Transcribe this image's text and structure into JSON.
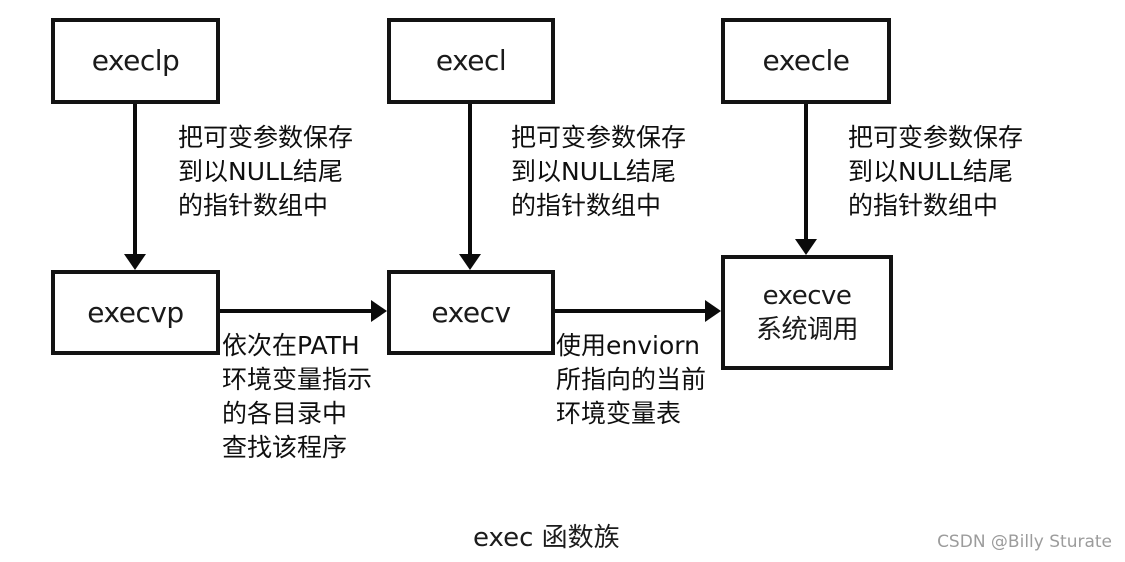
{
  "diagram": {
    "caption": "exec 函数族",
    "watermark": "CSDN @Billy Sturate",
    "colors": {
      "background": "#ffffff",
      "box_border": "#131313",
      "arrow": "#0b0b0b",
      "text": "#0f0f0f",
      "watermark": "#9c9c9c"
    },
    "columns": [
      {
        "top_label": "execlp",
        "bottom_label": "execvp",
        "arrow_note": "把可变参数保存\n到以NULL结尾\n的指针数组中"
      },
      {
        "top_label": "execl",
        "bottom_label": "execv",
        "arrow_note": "把可变参数保存\n到以NULL结尾\n的指针数组中"
      },
      {
        "top_label": "execle",
        "bottom_label": "execve\n系统调用",
        "arrow_note": "把可变参数保存\n到以NULL结尾\n的指针数组中"
      }
    ],
    "flow_notes": [
      {
        "text": "依次在PATH\n环境变量指示\n的各目录中\n查找该程序"
      },
      {
        "text": "使用enviorn\n所指向的当前\n环境变量表"
      }
    ]
  }
}
